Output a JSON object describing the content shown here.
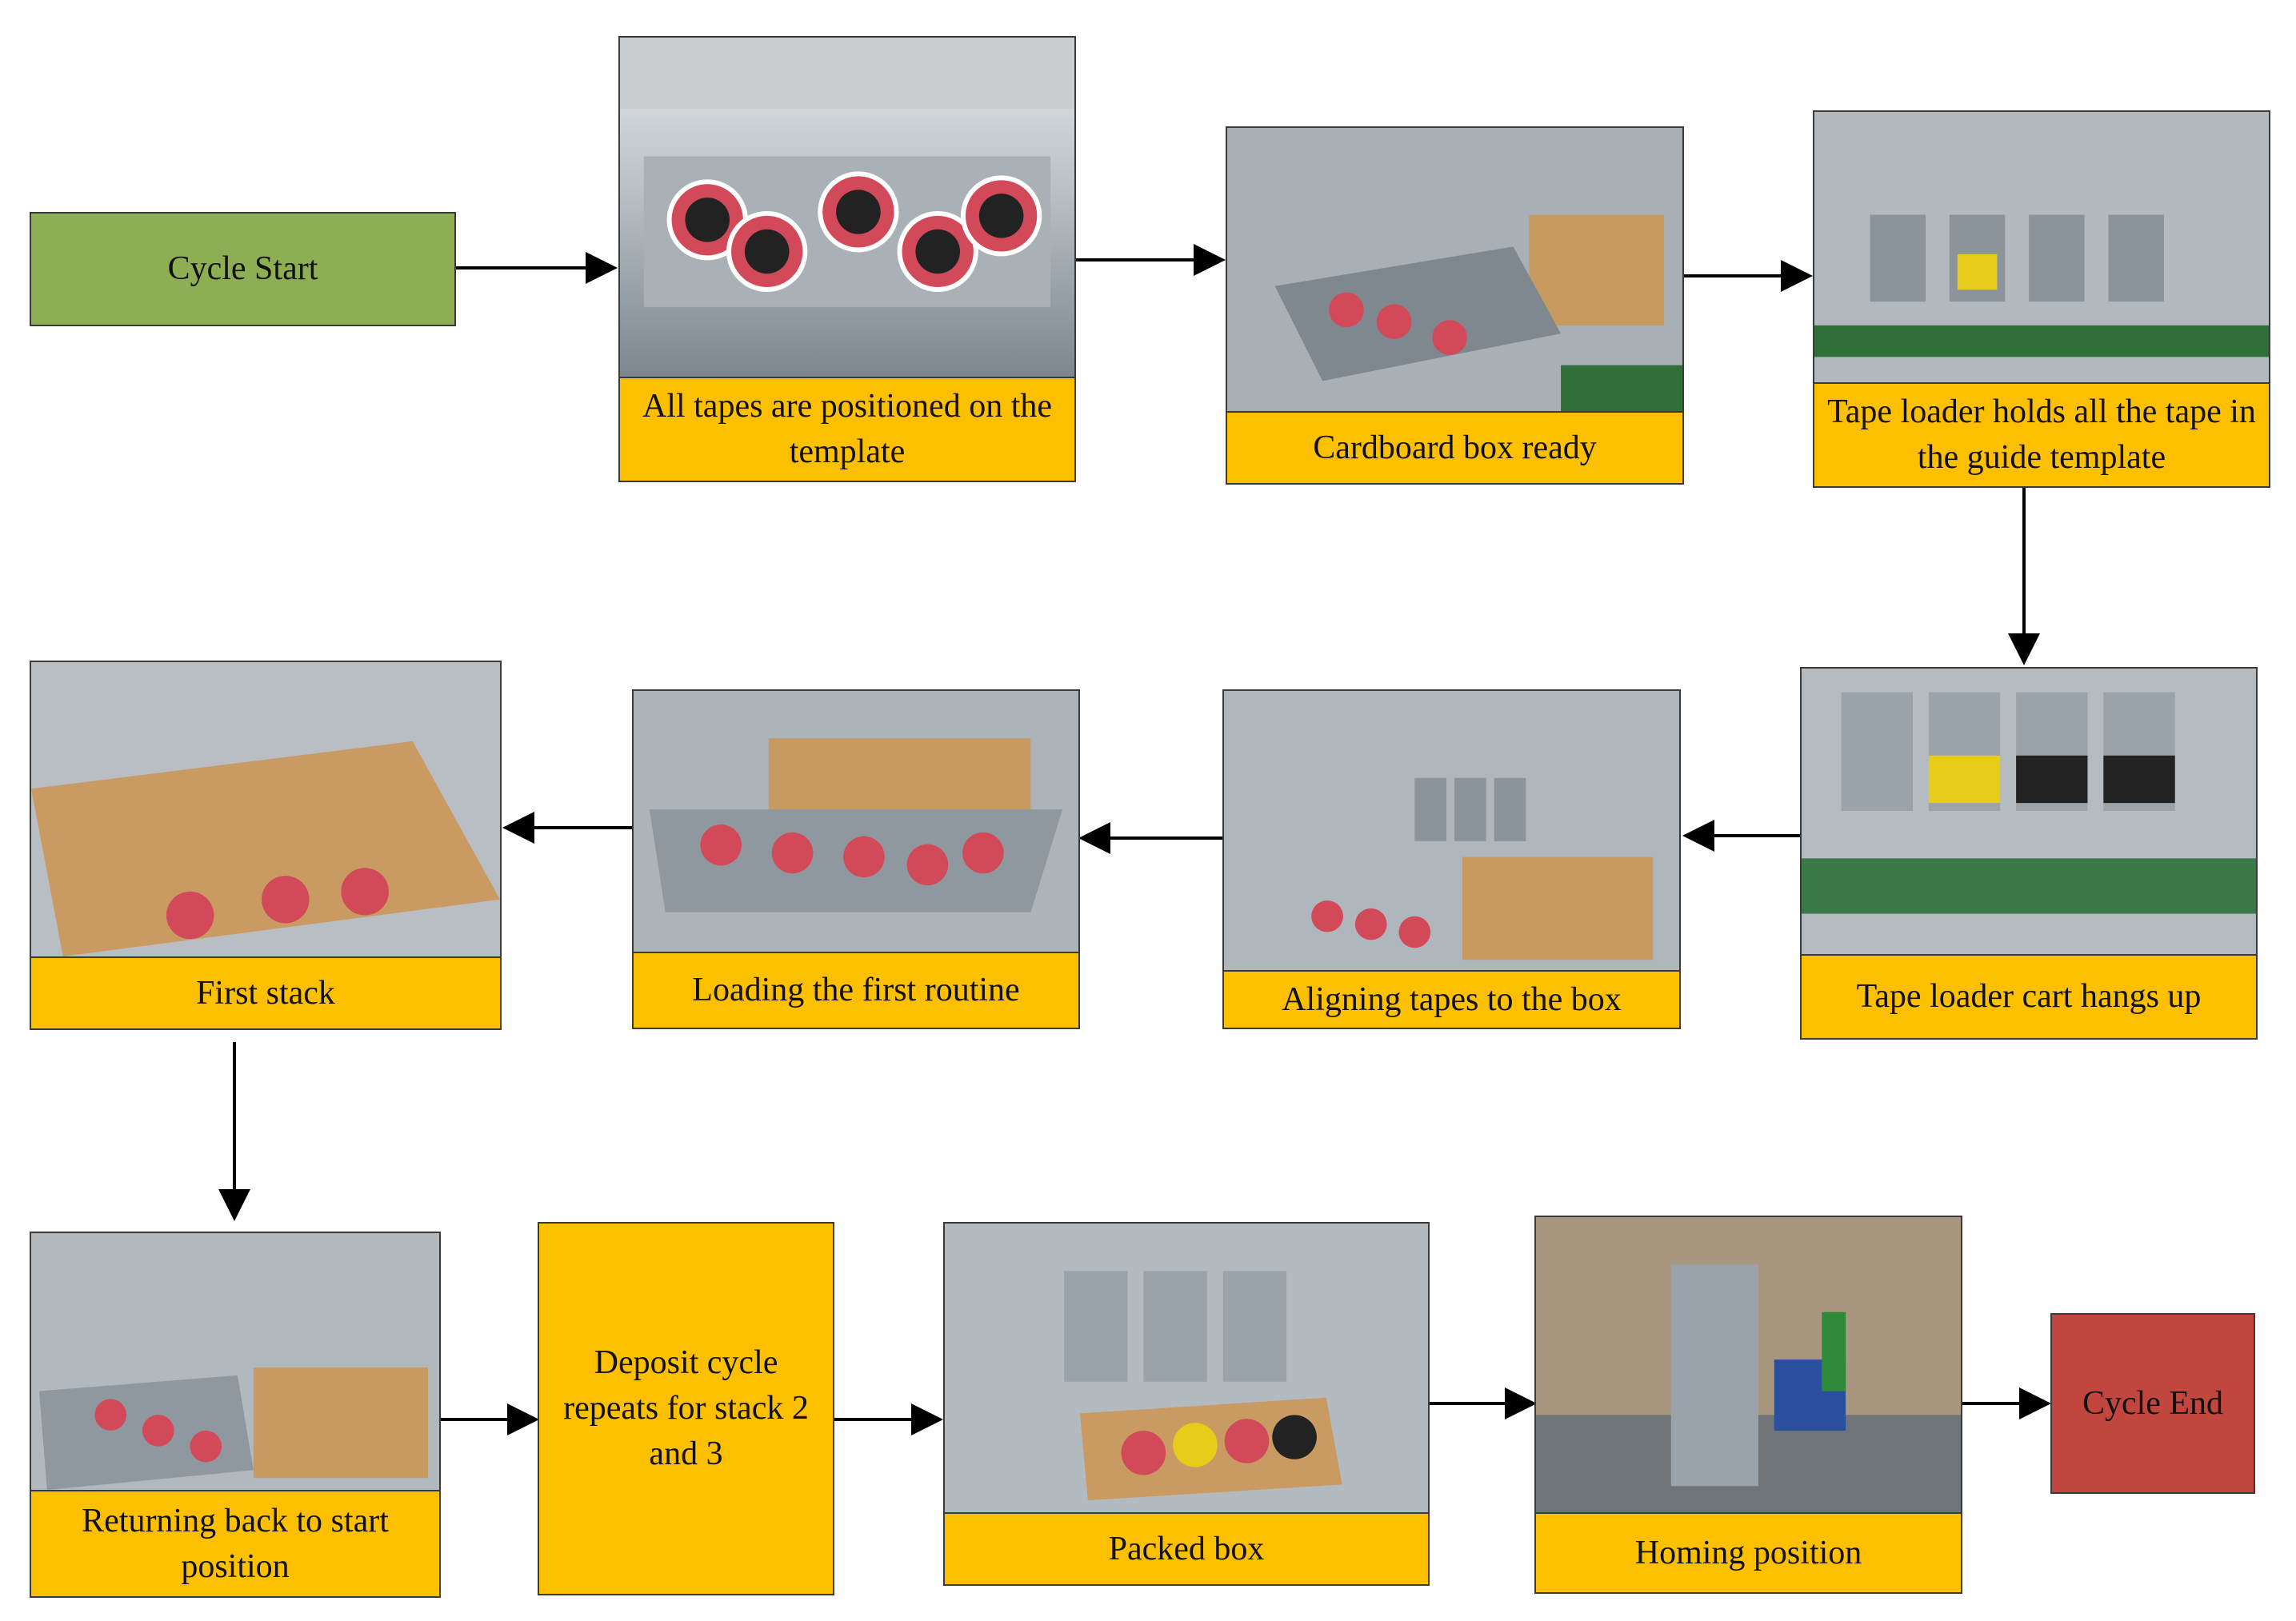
{
  "cycle_start": "Cycle Start",
  "cycle_end": "Cycle End",
  "deposit_cycle": "Deposit cycle repeats for stack 2 and 3",
  "steps": [
    {
      "label": "All tapes are positioned on the template",
      "photo": "tapes-on-template-photo"
    },
    {
      "label": "Cardboard box ready",
      "photo": "cardboard-box-photo"
    },
    {
      "label": "Tape loader holds all the tape in the guide template",
      "photo": "tape-loader-holds-photo"
    },
    {
      "label": "Tape loader cart hangs up",
      "photo": "tape-loader-cart-photo"
    },
    {
      "label": "Aligning tapes to the box",
      "photo": "aligning-tapes-photo"
    },
    {
      "label": "Loading the first routine",
      "photo": "loading-routine-photo"
    },
    {
      "label": "First stack",
      "photo": "first-stack-photo"
    },
    {
      "label": "Returning back to start position",
      "photo": "returning-photo"
    },
    {
      "label": "Packed box",
      "photo": "packed-box-photo"
    },
    {
      "label": "Homing position",
      "photo": "homing-photo"
    }
  ],
  "colors": {
    "start": "#8dae52",
    "end": "#c1473e",
    "step": "#fdc000",
    "arrow": "#000000"
  }
}
